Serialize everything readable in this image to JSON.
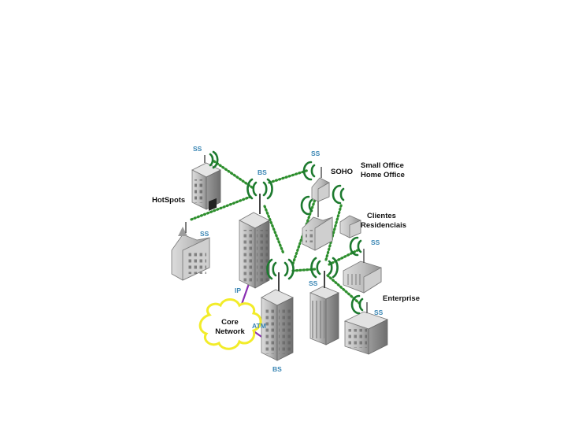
{
  "labels": {
    "ss": "SS",
    "bs": "BS",
    "soho": "SOHO",
    "small_office_line1": "Small Office",
    "small_office_line2": "Home Office",
    "clientes_line1": "Clientes",
    "clientes_line2": "Residenciais",
    "hotspots": "HotSpots",
    "enterprise": "Enterprise",
    "core_line1": "Core",
    "core_line2": "Network",
    "ip": "IP",
    "atm": "ATM"
  },
  "colors": {
    "wireless_link": "#2e8f2e",
    "wired_link": "#8a2fb2",
    "core_network_outline": "#f2ec2a",
    "ss_label": "#3a86b4",
    "building": "#b9b9b9"
  }
}
